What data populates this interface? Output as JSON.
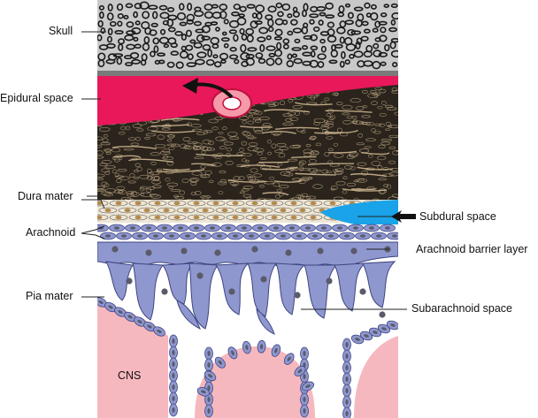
{
  "labels": {
    "skull": "Skull",
    "epidural_space": "Epidural space",
    "dura_mater": "Dura mater",
    "arachnoid": "Arachnoid",
    "pia_mater": "Pia mater",
    "subdural_space": "Subdural space",
    "arachnoid_barrier_layer": "Arachnoid barrier layer",
    "subarachnoid_space": "Subarachnoid space",
    "cns": "CNS"
  },
  "colors": {
    "skull_bg": "#c9c9c9",
    "skull_pores": "#1a1a1a",
    "epidural": "#e8185a",
    "vessel": "#f59aa8",
    "dura_dark": "#2b241c",
    "dura_fiber": "#cbb48f",
    "subdural_fluid": "#1aa3e8",
    "arachnoid_cells": "#b38a4e",
    "arachnoid_purple": "#8f97cf",
    "cell_nucleus": "#5a5a6a",
    "cns": "#f6b8bf"
  }
}
